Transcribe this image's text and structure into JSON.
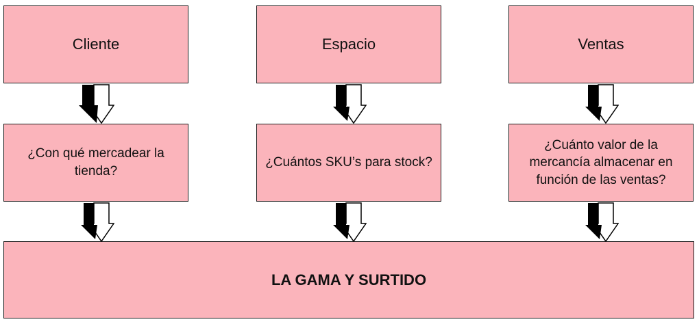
{
  "top_row": [
    {
      "label": "Cliente"
    },
    {
      "label": "Espacio"
    },
    {
      "label": "Ventas"
    }
  ],
  "middle_row": [
    {
      "label": "¿Con qué mercadear la tienda?"
    },
    {
      "label": "¿Cuántos SKU’s para stock?"
    },
    {
      "label": "¿Cuánto valor de la mercancía almacenar en función de las ventas?"
    }
  ],
  "bottom": {
    "label": "LA GAMA Y SURTIDO"
  },
  "colors": {
    "box_fill": "#fbb4bb",
    "border": "#1a1a1a",
    "arrow_dark": "#000000",
    "arrow_light": "#ffffff"
  }
}
